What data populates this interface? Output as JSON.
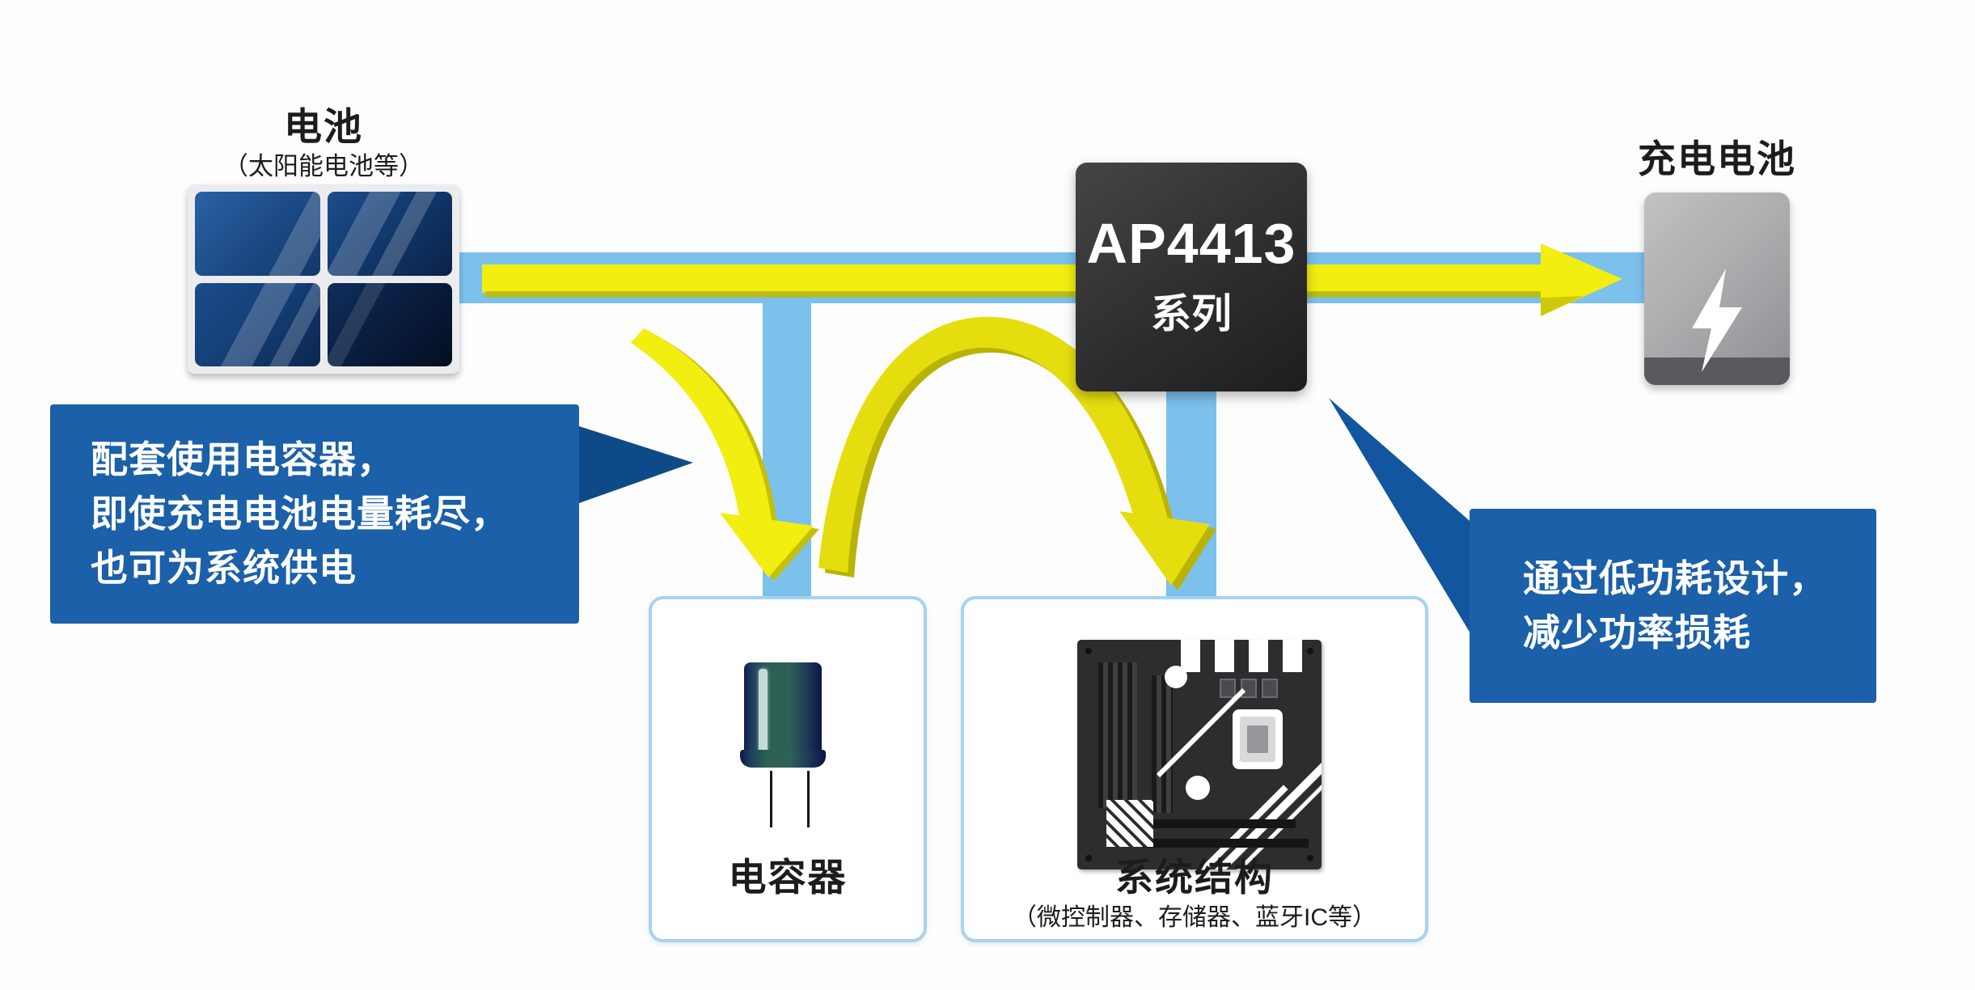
{
  "colors": {
    "band": "#7cc0ec",
    "yellow": "#f2ee10",
    "yellow-dark": "#bfba06",
    "callout": "#1b60a9",
    "pointer": "#0d4a87",
    "ink": "#1c1c1c",
    "box-border": "#a6d3ee"
  },
  "nodes": {
    "battery": {
      "title": "电池",
      "subtitle": "（太阳能电池等）"
    },
    "chip": {
      "line1": "AP4413",
      "line2": "系列"
    },
    "rechargeable": {
      "title": "充电电池"
    },
    "capacitor": {
      "label": "电容器"
    },
    "system": {
      "label": "系统结构",
      "sublabel": "（微控制器、存储器、蓝牙IC等）"
    }
  },
  "callouts": {
    "left": {
      "lines": [
        "配套使用电容器，",
        "即使充电电池电量耗尽，",
        "也可为系统供电"
      ]
    },
    "right": {
      "lines": [
        "通过低功耗设计，",
        "减少功率损耗"
      ]
    }
  },
  "icons": {
    "solar_panel": "solar-panel-icon",
    "lightning": "lightning-bolt-icon",
    "capacitor": "capacitor-icon",
    "motherboard": "motherboard-icon",
    "flow_arrows": "yellow-flow-arrow-icons"
  }
}
